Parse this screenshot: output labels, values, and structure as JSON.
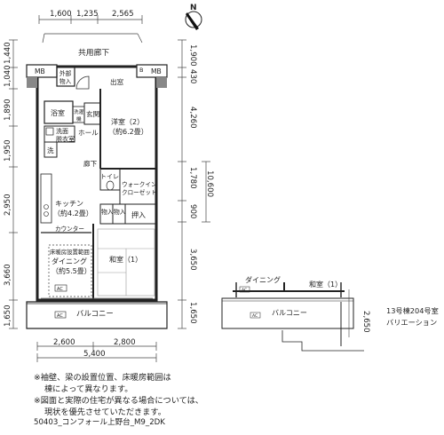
{
  "dims": {
    "top": [
      "1,600",
      "1,235",
      "2,565"
    ],
    "left": [
      "1,440",
      "1,040",
      "1,890",
      "1,950",
      "2,950",
      "3,660",
      "1,650"
    ],
    "right": [
      "1,900",
      "430",
      "4,260",
      "1,780",
      "900",
      "3,650",
      "1,650"
    ],
    "right_total": "10,600",
    "bottom": [
      "2,600",
      "2,800"
    ],
    "bottom_total": "5,400",
    "inset_right": "2,650"
  },
  "labels": {
    "corridor": "共用廊下",
    "mb": "MB",
    "outside_storage_1": "外部",
    "outside_storage_2": "物入",
    "entry": "出窓",
    "bath": "浴室",
    "laundry_small_1": "洗濯",
    "laundry_small_2": "機",
    "foyer": "玄関",
    "western_name": "洋室（2）",
    "western_size": "（約6.2畳）",
    "washroom_1": "洗面",
    "washroom_2": "脱衣室",
    "hall": "ホール",
    "toilet_wash": "洗",
    "hallway": "廊下",
    "toilet": "トイレ",
    "walkin_1": "ウォークイン",
    "walkin_2": "クローゼット",
    "kitchen_name": "キッチン",
    "kitchen_size": "（約4.2畳）",
    "storage": "物入",
    "oshiire": "押入",
    "counter": "カウンター",
    "floor_heating": "床暖房設置範囲",
    "dining_name": "ダイニング",
    "dining_size": "（約5.5畳）",
    "japanese_name": "和室（1）",
    "ac": "AC",
    "balcony": "バルコニー",
    "inset_dining": "ダイニング",
    "inset_japanese": "和室（1）",
    "variation_1": "13号棟204号室",
    "variation_2": "バリエーション"
  },
  "notes": [
    "※袖壁、梁の設置位置、床暖房範囲は",
    "棟によって異なります。",
    "※図面と実際の住宅が異なる場合については、",
    "現状を優先させていただきます。"
  ],
  "code": "50403_コンフォール上野台_M9_2DK"
}
